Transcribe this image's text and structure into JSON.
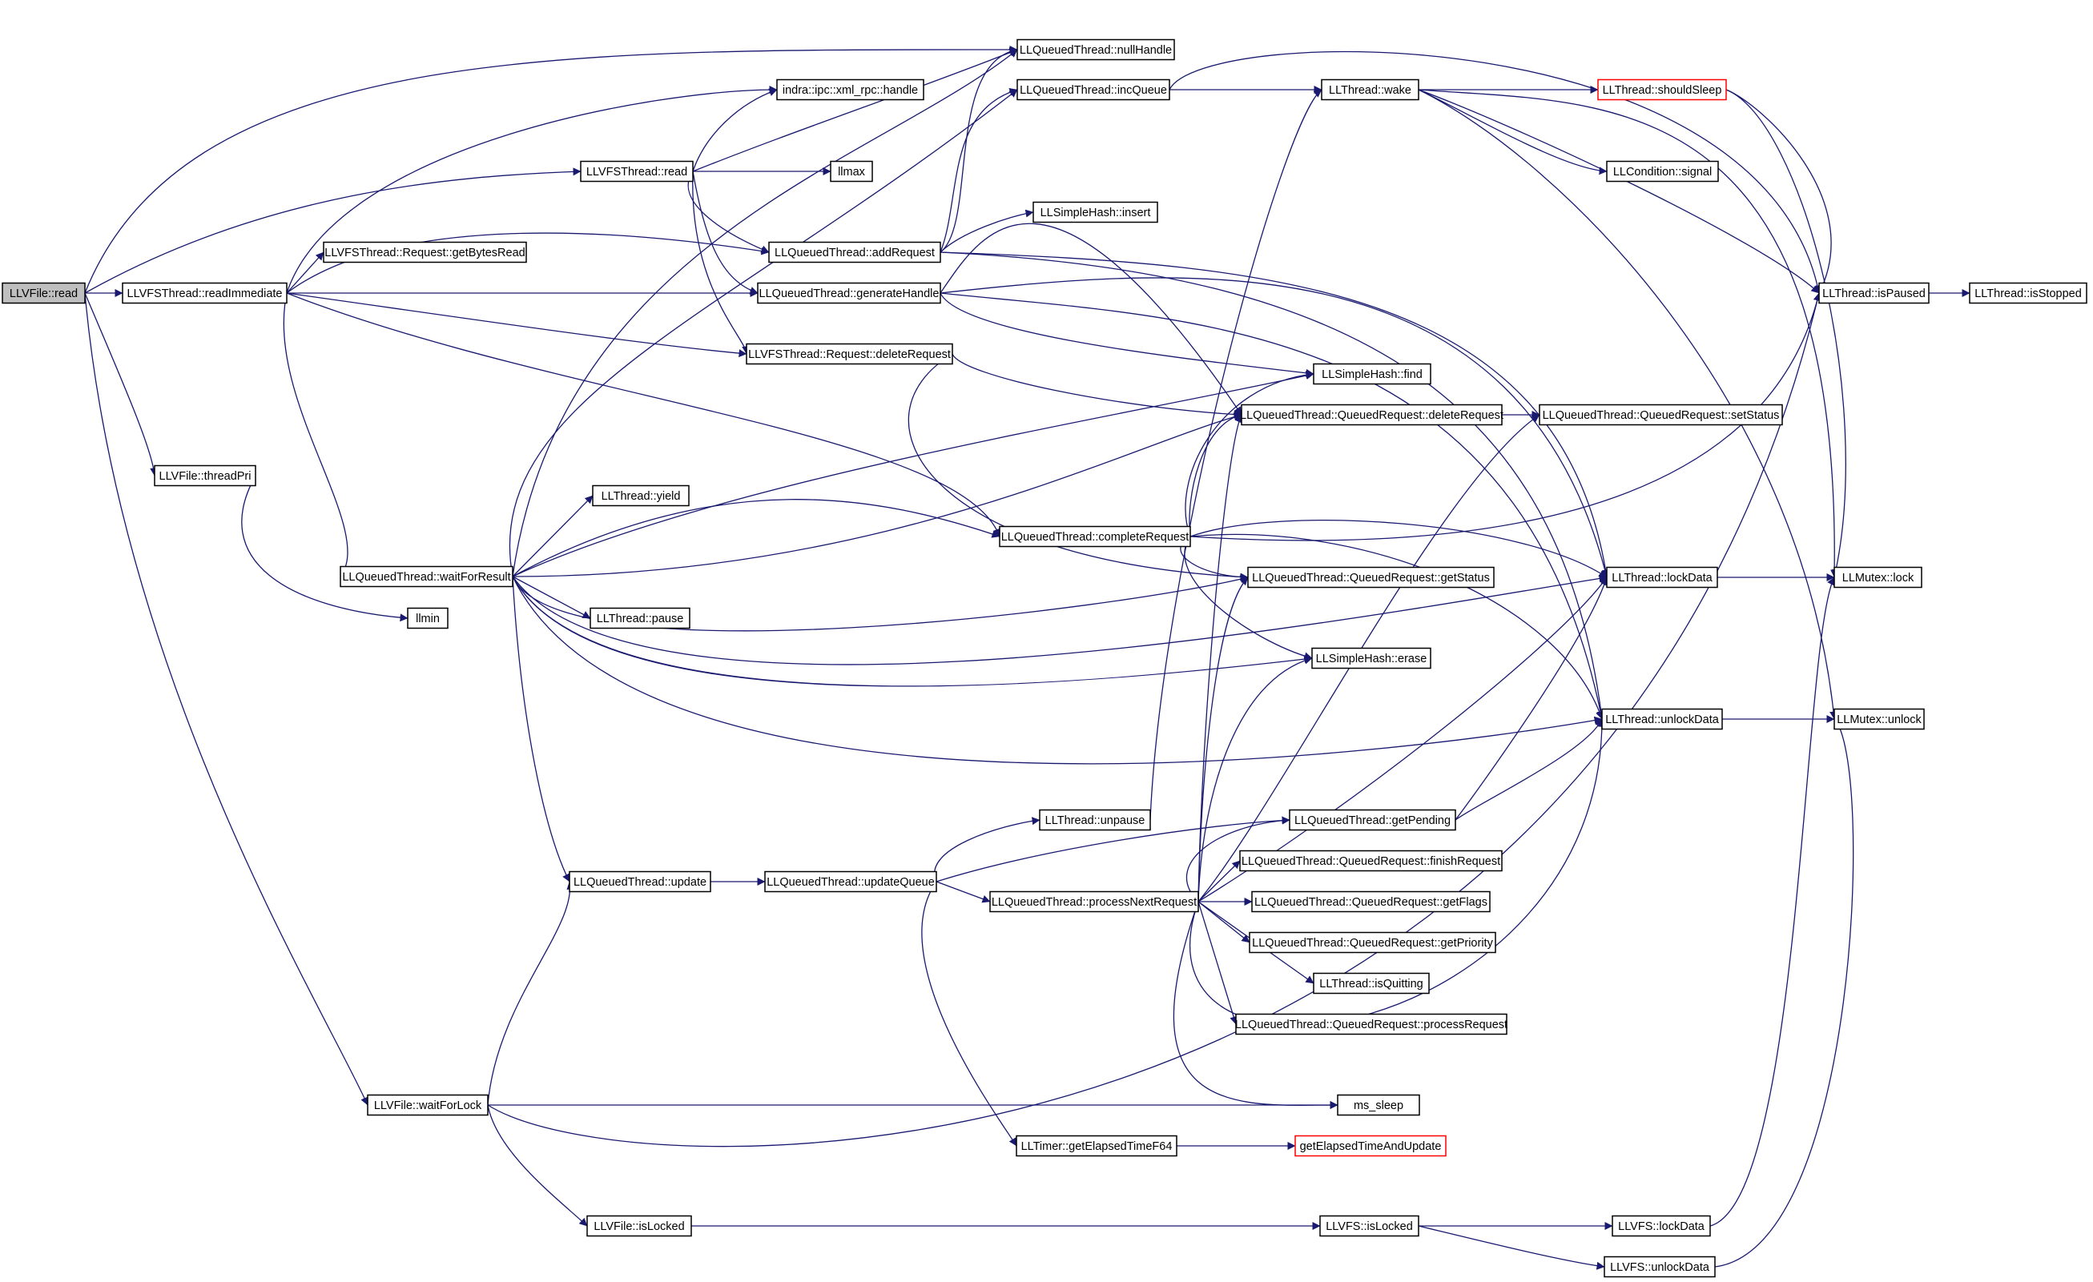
{
  "nodes": {
    "file_read": "LLVFile::read",
    "readImmediate": "LLVFSThread::readImmediate",
    "threadPri": "LLVFile::threadPri",
    "waitForLock": "LLVFile::waitForLock",
    "isLocked": "LLVFile::isLocked",
    "llmin": "llmin",
    "waitForResult": "LLQueuedThread::waitForResult",
    "getBytesRead": "LLVFSThread::Request::getBytesRead",
    "vfs_read": "LLVFSThread::read",
    "ipc_handle": "indra::ipc::xml_rpc::handle",
    "nullHandle": "LLQueuedThread::nullHandle",
    "incQueue": "LLQueuedThread::incQueue",
    "llmax": "llmax",
    "insert": "LLSimpleHash::insert",
    "addRequest": "LLQueuedThread::addRequest",
    "generateHandle": "LLQueuedThread::generateHandle",
    "req_deleteRequest": "LLVFSThread::Request::deleteRequest",
    "yield": "LLThread::yield",
    "pause": "LLThread::pause",
    "completeRequest": "LLQueuedThread::completeRequest",
    "update": "LLQueuedThread::update",
    "updateQueue": "LLQueuedThread::updateQueue",
    "unpause": "LLThread::unpause",
    "processNextRequest": "LLQueuedThread::processNextRequest",
    "getElapsed": "LLTimer::getElapsedTimeF64",
    "vfs_isLocked": "LLVFS::isLocked",
    "wake": "LLThread::wake",
    "shouldSleep": "LLThread::shouldSleep",
    "signal": "LLCondition::signal",
    "find": "LLSimpleHash::find",
    "qr_deleteRequest": "LLQueuedThread::QueuedRequest::deleteRequest",
    "getStatus": "LLQueuedThread::QueuedRequest::getStatus",
    "erase": "LLSimpleHash::erase",
    "getPending": "LLQueuedThread::getPending",
    "finishRequest": "LLQueuedThread::QueuedRequest::finishRequest",
    "getFlags": "LLQueuedThread::QueuedRequest::getFlags",
    "getPriority": "LLQueuedThread::QueuedRequest::getPriority",
    "isQuitting": "LLThread::isQuitting",
    "processRequest": "LLQueuedThread::QueuedRequest::processRequest",
    "ms_sleep": "ms_sleep",
    "getElapsedUpdate": "getElapsedTimeAndUpdate",
    "setStatus": "LLQueuedThread::QueuedRequest::setStatus",
    "lockData": "LLThread::lockData",
    "unlockData": "LLThread::unlockData",
    "vfs_lockData": "LLVFS::lockData",
    "vfs_unlockData": "LLVFS::unlockData",
    "isPaused": "LLThread::isPaused",
    "isStopped": "LLThread::isStopped",
    "mutex_lock": "LLMutex::lock",
    "mutex_unlock": "LLMutex::unlock"
  },
  "colors": {
    "edge": "#191970",
    "root_fill": "#bfbfbf",
    "node_border": "#000000",
    "red_border": "#ff0000"
  }
}
